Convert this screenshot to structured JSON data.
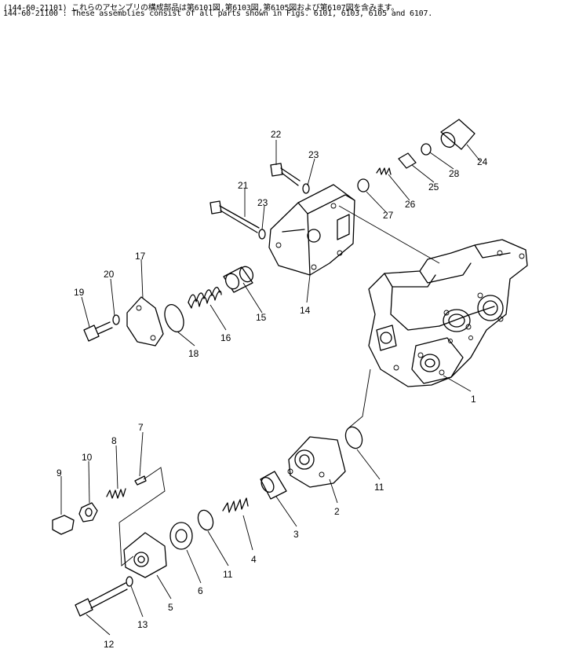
{
  "header": {
    "line1": "(144-60-21101) これらのアセンブリの構成部品は第6101図,第6103図,第6105図および第6107図を含みます。",
    "line2": "144-60-21100 : These assemblies consist of all parts shown in Figs. 6101, 6103, 6105 and 6107."
  },
  "callouts": [
    "1",
    "2",
    "3",
    "4",
    "5",
    "6",
    "7",
    "8",
    "9",
    "10",
    "11",
    "11",
    "12",
    "13",
    "14",
    "15",
    "16",
    "17",
    "18",
    "19",
    "20",
    "21",
    "22",
    "23",
    "23",
    "24",
    "25",
    "26",
    "27",
    "28"
  ]
}
